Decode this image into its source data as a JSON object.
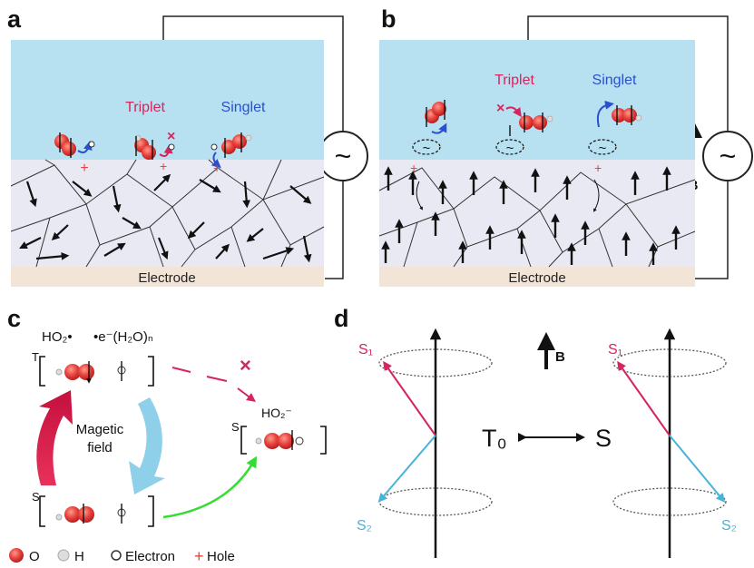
{
  "panels": {
    "a": "a",
    "b": "b",
    "c": "c",
    "d": "d"
  },
  "panel_a": {
    "triplet": "Triplet",
    "singlet": "Singlet",
    "electrode": "Electrode",
    "ac_symbol": "~"
  },
  "panel_b": {
    "triplet": "Triplet",
    "singlet": "Singlet",
    "electrode": "Electrode",
    "ac_symbol": "~",
    "field_label": "B"
  },
  "panel_c": {
    "top_species_left": "HO₂•",
    "top_species_right": "•e⁻(H₂O)ₙ",
    "triplet_state": "T",
    "singlet_state": "S",
    "product_state": "S",
    "product": "HO₂⁻",
    "field_line1": "Magetic",
    "field_line2": "field",
    "legend": {
      "o": "O",
      "h": "H",
      "electron": "Electron",
      "hole": "Hole"
    }
  },
  "panel_d": {
    "s1_left": "S₁",
    "s2_left": "S₂",
    "s1_right": "S₁",
    "s2_right": "S₂",
    "t0": "T₀",
    "s": "S",
    "field_label": "B"
  },
  "colors": {
    "electrolyte": "#b7e1f1",
    "electrode": "#f2e4d6",
    "grain": "#e9e9f4",
    "triplet": "#d6245c",
    "singlet": "#2a4fd1",
    "oxygen": "#e7433f",
    "cyan": "#46b3d8",
    "green": "#33dd33"
  }
}
